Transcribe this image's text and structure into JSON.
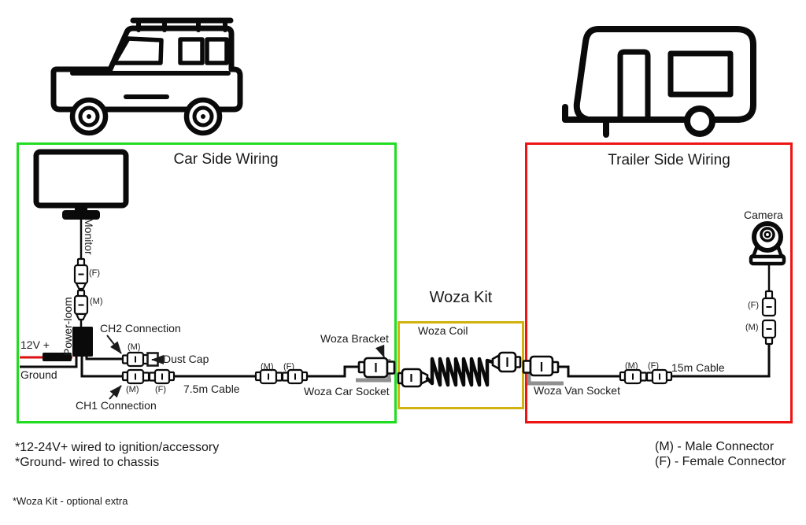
{
  "titles": {
    "car": "Car Side Wiring",
    "kit": "Woza Kit",
    "trailer": "Trailer Side Wiring"
  },
  "labels": {
    "m": "(M)",
    "f": "(F)"
  },
  "car_side": {
    "monitor": "Monitor",
    "power_loom": "Power-loom",
    "power_12v": "12V +",
    "ground": "Ground",
    "ch2": "CH2 Connection",
    "dust_cap": "Dust Cap",
    "ch1": "CH1 Connection",
    "cable": "7.5m Cable",
    "bracket": "Woza Bracket",
    "socket": "Woza Car Socket"
  },
  "kit": {
    "coil": "Woza Coil"
  },
  "trailer_side": {
    "socket": "Woza Van Socket",
    "cable": "15m Cable",
    "camera": "Camera"
  },
  "notes": {
    "n1": "*12-24V+ wired to ignition/accessory",
    "n2": "*Ground- wired to chassis",
    "n3": "*Woza Kit - optional extra"
  },
  "legend": {
    "male": "(M) - Male Connector",
    "female": "(F) - Female Connector"
  },
  "colors": {
    "car_box": "#21dd21",
    "trailer_box": "#ee1414",
    "kit_box": "#d2b20e",
    "power_wire": "#dd1111",
    "bracket": "#909090"
  }
}
